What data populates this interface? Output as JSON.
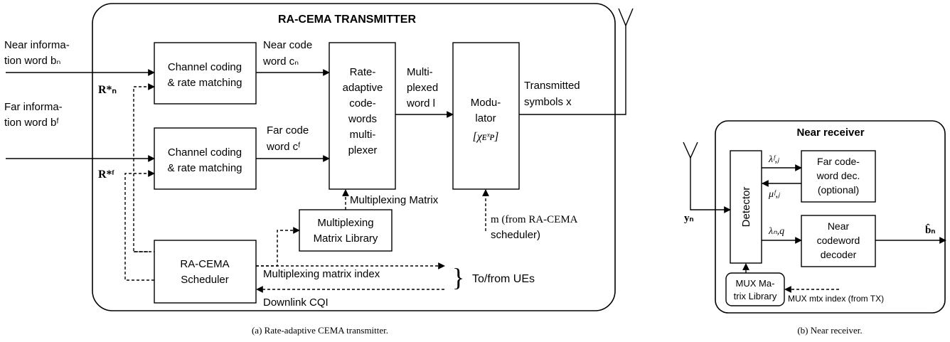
{
  "panel_a": {
    "title": "RA-CEMA TRANSMITTER",
    "caption": "(a) Rate-adaptive CEMA transmitter.",
    "inputs": {
      "near": [
        "Near informa-",
        "tion word bₙ"
      ],
      "far": [
        "Far informa-",
        "tion word bᶠ"
      ]
    },
    "blocks": {
      "channel_coding_near": [
        "Channel coding",
        "& rate matching"
      ],
      "channel_coding_far": [
        "Channel coding",
        "& rate matching"
      ],
      "multiplexer": [
        "Rate-",
        "adaptive",
        "code-",
        "words",
        "multi-",
        "plexer"
      ],
      "modulator": [
        "Modu-",
        "lator",
        "[χᴇˣᴘ]"
      ],
      "library": [
        "Multiplexing",
        "Matrix Library"
      ],
      "scheduler": [
        "RA-CEMA",
        "Scheduler"
      ]
    },
    "labels": {
      "near_codeword": [
        "Near code",
        "word cₙ"
      ],
      "far_codeword": [
        "Far code",
        "word cᶠ"
      ],
      "multiplexed_word": [
        "Multi-",
        "plexed",
        "word l"
      ],
      "transmitted": [
        "Transmitted",
        "symbols x"
      ],
      "r_near": "R*ₙ",
      "r_far": "R*ᶠ",
      "multiplexing_matrix": "Multiplexing Matrix",
      "m_from_scheduler": [
        "m (from RA-CEMA",
        "scheduler)"
      ],
      "multiplexing_matrix_index": "Multiplexing matrix index",
      "downlink_cqi": "Downlink CQI",
      "to_from_ues": "To/from UEs"
    }
  },
  "panel_b": {
    "title": "Near receiver",
    "caption": "(b) Near receiver.",
    "input_label": "yₙ",
    "output_label": "b̂ₙ",
    "blocks": {
      "detector": "Detector",
      "far_decoder": [
        "Far code-",
        "word dec.",
        "(optional)"
      ],
      "near_decoder": [
        "Near",
        "codeword",
        "decoder"
      ],
      "mux_library": [
        "MUX Ma-",
        "trix Library"
      ]
    },
    "labels": {
      "lambda_far": "λᶠ,ⱼ",
      "mu_far": "μᶠ,ⱼ",
      "lambda_near": "λₙ,q",
      "mux_index": "MUX mtx index (from TX)"
    }
  }
}
